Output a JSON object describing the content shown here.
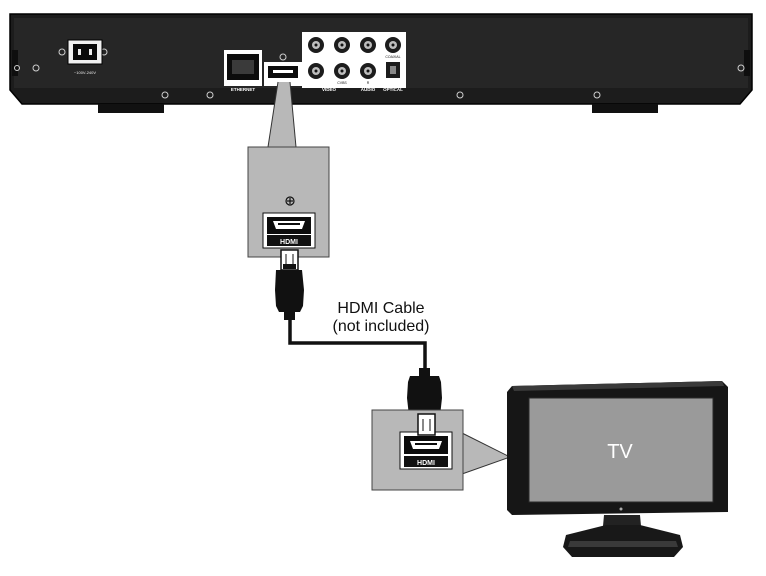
{
  "player": {
    "power_label": "~100V-240V",
    "ethernet_label": "ETHERNET",
    "hdmi_label": "HDMI",
    "video_label": "VIDEO",
    "audio_label": "AUDIO",
    "optical_label": "OPTICAL",
    "coaxial_label": "COAXIAL",
    "cvbs_label": "CVBS",
    "right_label": "R"
  },
  "callout_player": {
    "hdmi_label": "HDMI"
  },
  "cable": {
    "line1": "HDMI Cable",
    "line2": "(not included)"
  },
  "callout_tv": {
    "hdmi_label": "HDMI"
  },
  "tv": {
    "label": "TV"
  },
  "colors": {
    "chassis": "#1c1c1c",
    "callout_bg": "#b8b8b8",
    "port_white": "#ffffff",
    "tv_screen": "#9a9a9a"
  }
}
